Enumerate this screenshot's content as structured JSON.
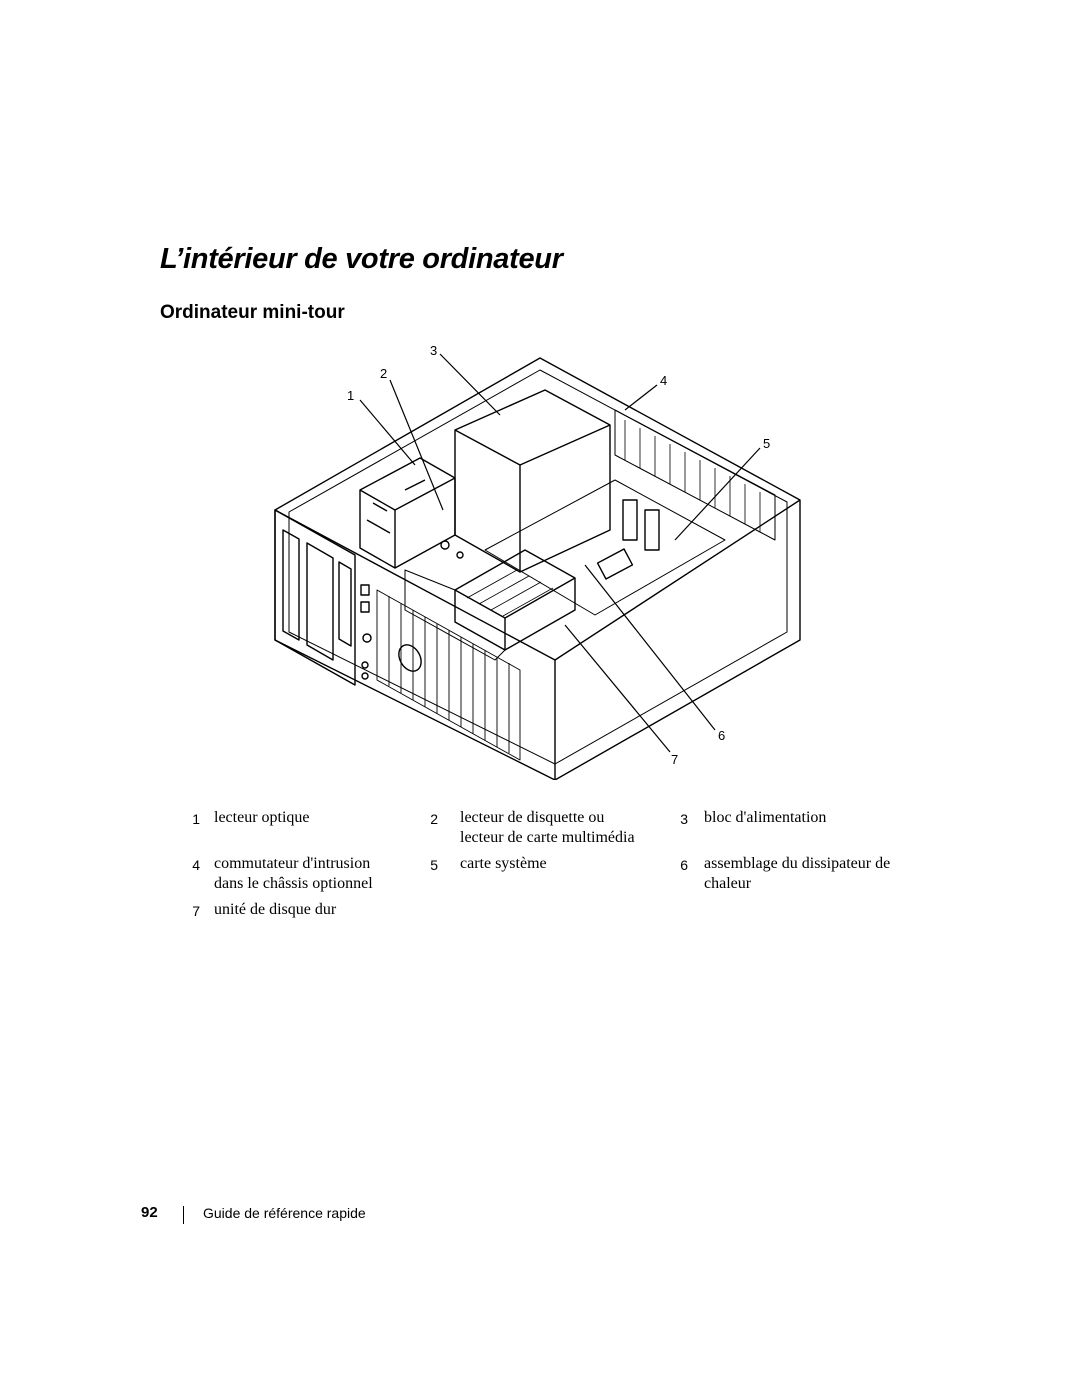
{
  "heading": "L’intérieur de votre ordinateur",
  "subheading": "Ordinateur mini-tour",
  "figure": {
    "callouts": [
      "1",
      "2",
      "3",
      "4",
      "5",
      "6",
      "7"
    ]
  },
  "legend": [
    [
      {
        "num": "1",
        "text": "lecteur optique"
      },
      {
        "num": "2",
        "text": "lecteur de disquette ou lecteur de carte multimédia"
      },
      {
        "num": "3",
        "text": "bloc d'alimentation"
      }
    ],
    [
      {
        "num": "4",
        "text": "commutateur d'intrusion dans le châssis optionnel"
      },
      {
        "num": "5",
        "text": "carte système"
      },
      {
        "num": "6",
        "text": "assemblage du dissipateur de chaleur"
      }
    ],
    [
      {
        "num": "7",
        "text": "unité de disque dur"
      }
    ]
  ],
  "footer": {
    "page_number": "92",
    "title": "Guide de référence rapide"
  }
}
